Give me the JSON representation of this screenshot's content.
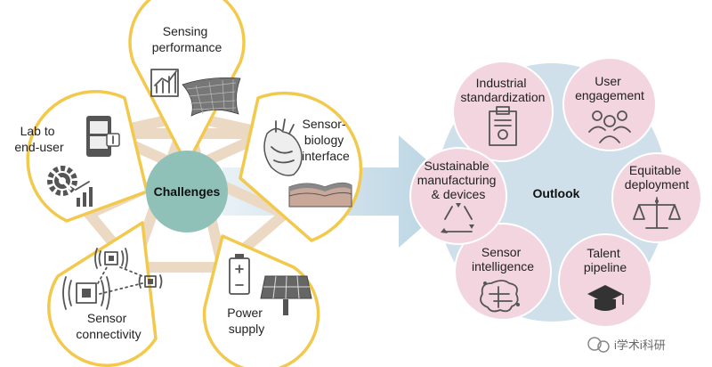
{
  "challenges": {
    "center_label": "Challenges",
    "petals": [
      {
        "id": "sensing",
        "lines": [
          "Sensing",
          "performance"
        ]
      },
      {
        "id": "biology",
        "lines": [
          "Sensor-",
          "biology",
          "interface"
        ]
      },
      {
        "id": "power",
        "lines": [
          "Power",
          "supply"
        ]
      },
      {
        "id": "connectivity",
        "lines": [
          "Sensor",
          "connectivity"
        ]
      },
      {
        "id": "lab",
        "lines": [
          "Lab to",
          "end-user"
        ]
      }
    ]
  },
  "outlook": {
    "center_label": "Outlook",
    "nodes": [
      {
        "id": "standardization",
        "lines": [
          "Industrial",
          "standardization"
        ],
        "icon": "certificate-icon"
      },
      {
        "id": "engagement",
        "lines": [
          "User",
          "engagement"
        ],
        "icon": "people-icon"
      },
      {
        "id": "equitable",
        "lines": [
          "Equitable",
          "deployment"
        ],
        "icon": "scale-icon"
      },
      {
        "id": "talent",
        "lines": [
          "Talent",
          "pipeline"
        ],
        "icon": "graduation-cap-icon"
      },
      {
        "id": "intelligence",
        "lines": [
          "Sensor",
          "intelligence"
        ],
        "icon": "brain-circuit-icon"
      },
      {
        "id": "sustainable",
        "lines": [
          "Sustainable",
          "manufacturing",
          "& devices"
        ],
        "icon": "recycle-icon"
      }
    ]
  },
  "watermark": {
    "text": "i学术i科研"
  },
  "colors": {
    "petal_fill": "#ffffff",
    "petal_stroke": "#f2c94c",
    "center_fill": "#8fc1b9",
    "web": "#ecd9c3",
    "node_fill": "#f3d5df",
    "outlook_bg": "#cfe0ea",
    "arrow": "#bcd5e3"
  }
}
